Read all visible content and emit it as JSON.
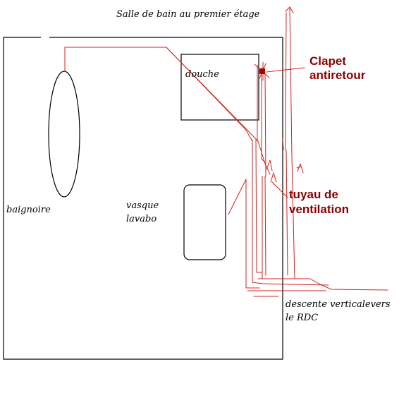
{
  "title": "Salle de bain au premier étage",
  "labels": {
    "douche": "douche",
    "baignoire": "baignoire",
    "vasque_line1": "vasque",
    "vasque_line2": "lavabo",
    "descente_line1": "descente verticalevers",
    "descente_line2": "le RDC"
  },
  "annotations": {
    "clapet_line1": "Clapet",
    "clapet_line2": "antiretour",
    "tuyau_line1": "tuyau de",
    "tuyau_line2": "ventilation"
  },
  "colors": {
    "outline": "#000000",
    "pipe": "#d42020",
    "annotation": "#8b0000"
  }
}
